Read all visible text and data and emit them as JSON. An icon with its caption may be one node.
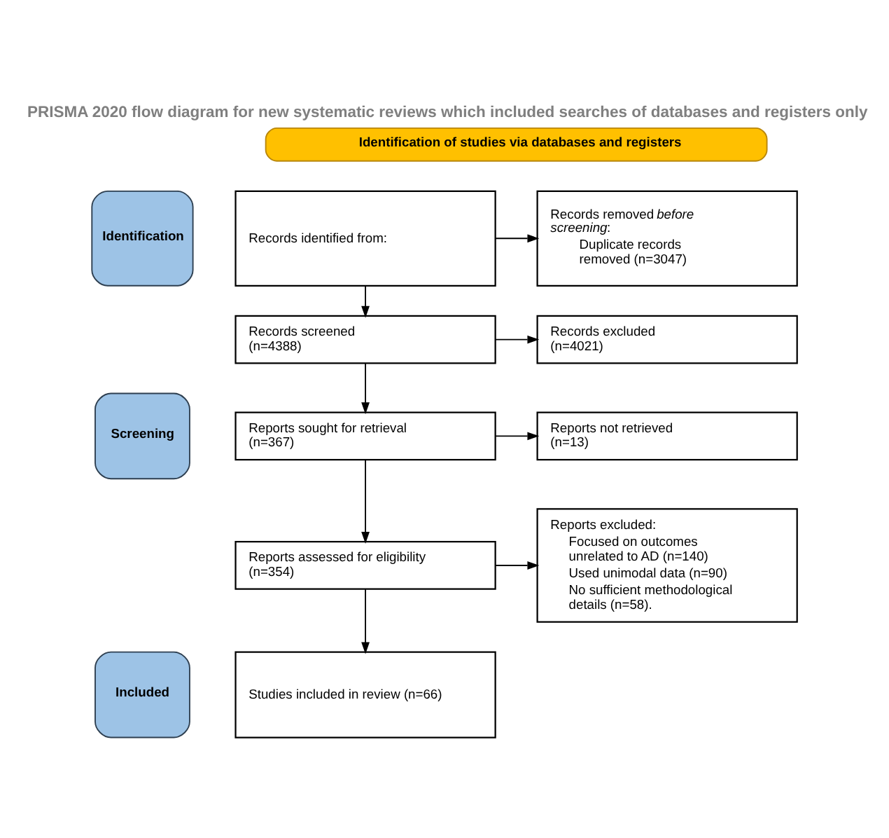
{
  "diagram": {
    "title": "PRISMA 2020 flow diagram for new systematic reviews which included searches of databases and registers only",
    "nodes": [
      {
        "text": [
          "Identification of studies via databases and registers"
        ]
      },
      {
        "text": [
          "Identification"
        ]
      },
      {
        "text": [
          "Records identified from:"
        ]
      },
      {
        "text": [
          "Records removed *before screening*:",
          "Duplicate records removed (n=3047)"
        ]
      },
      {
        "text": [
          "Screening"
        ]
      },
      {
        "text": [
          "Records screened (n=4388)"
        ]
      },
      {
        "text": [
          "Records excluded (n=4021)"
        ]
      },
      {
        "text": [
          "Reports sought for retrieval (n=367)"
        ]
      },
      {
        "text": [
          "Reports not retrieved (n=13)"
        ]
      },
      {
        "text": [
          "Reports assessed for eligibility (n=354)"
        ]
      },
      {
        "text": [
          "Reports excluded:",
          "Focused on outcomes unrelated to AD (n=140)",
          "Used unimodal data (n=90)",
          "No sufficient methodological details (n=58)."
        ]
      },
      {
        "text": [
          "Included"
        ]
      },
      {
        "text": [
          "Studies included in review (n=66)"
        ]
      }
    ],
    "edges": [
      {
        "from": 2,
        "to": 3,
        "arrow": "to"
      },
      {
        "from": 2,
        "to": 5,
        "arrow": "to"
      },
      {
        "from": 5,
        "to": 6,
        "arrow": "to"
      },
      {
        "from": 5,
        "to": 7,
        "arrow": "to"
      },
      {
        "from": 7,
        "to": 8,
        "arrow": "to"
      },
      {
        "from": 7,
        "to": 9,
        "arrow": "to"
      },
      {
        "from": 9,
        "to": 10,
        "arrow": "to"
      },
      {
        "from": 9,
        "to": 12,
        "arrow": "to"
      }
    ]
  }
}
